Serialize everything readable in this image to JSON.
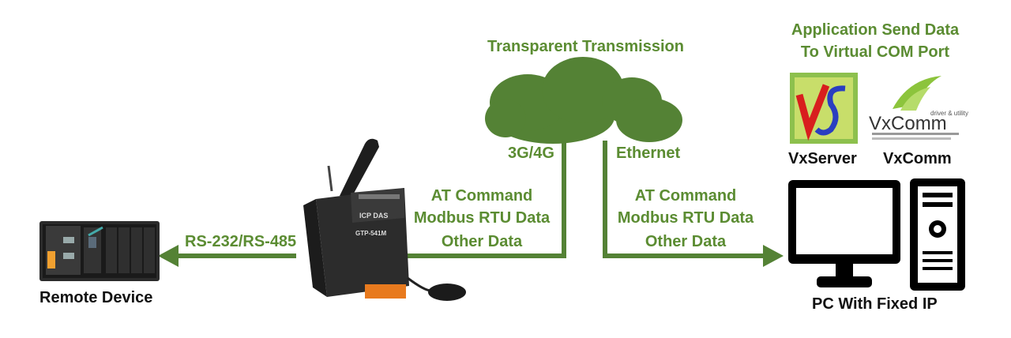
{
  "cloud_title": "Transparent Transmission",
  "app_title_line1": "Application Send Data",
  "app_title_line2": "To Virtual COM Port",
  "link_left": "3G/4G",
  "link_right": "Ethernet",
  "serial_label": "RS-232/RS-485",
  "data_lines": [
    "AT Command",
    "Modbus RTU Data",
    "Other Data"
  ],
  "remote_device_label": "Remote Device",
  "pc_label": "PC With Fixed IP",
  "vxserver_label": "VxServer",
  "vxcomm_label": "VxComm",
  "vxcomm_logo_text": "VxComm",
  "vxcomm_logo_tagline": "driver & utility",
  "vxserver_logo_text": "VS",
  "device_brand": "ICP DAS",
  "device_model": "GTP-541M",
  "colors": {
    "accent_green": "#5b8c32",
    "cloud_green": "#548235",
    "dark": "#111111"
  }
}
